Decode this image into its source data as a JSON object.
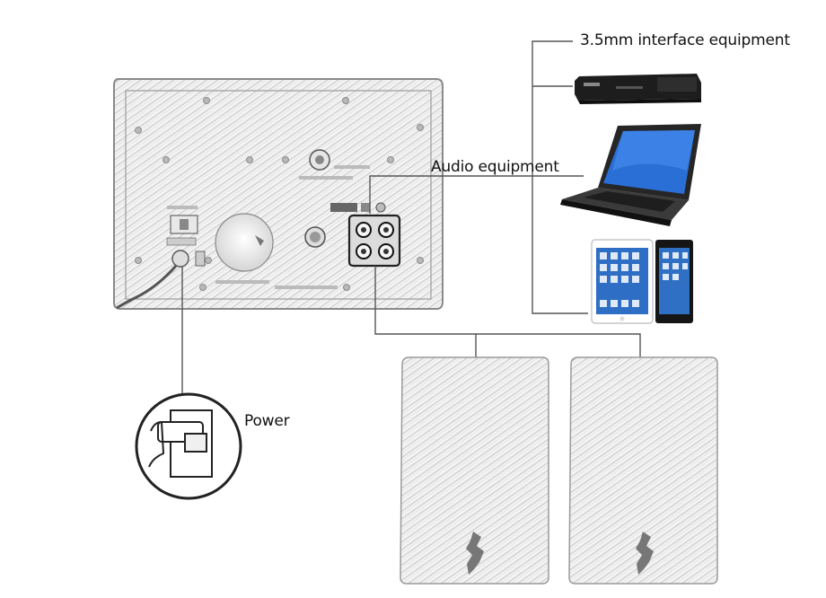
{
  "labels": {
    "interface_equipment": "3.5mm interface equipment",
    "audio_equipment": "Audio equipment",
    "power": "Power"
  },
  "colors": {
    "line": "#555555",
    "panel_fill": "#f1f1f1",
    "panel_edge": "#8a8a8a",
    "hatch": "#c9c9c9",
    "device_dark": "#1b1b1b",
    "screen_blue": "#2a6fd6"
  }
}
